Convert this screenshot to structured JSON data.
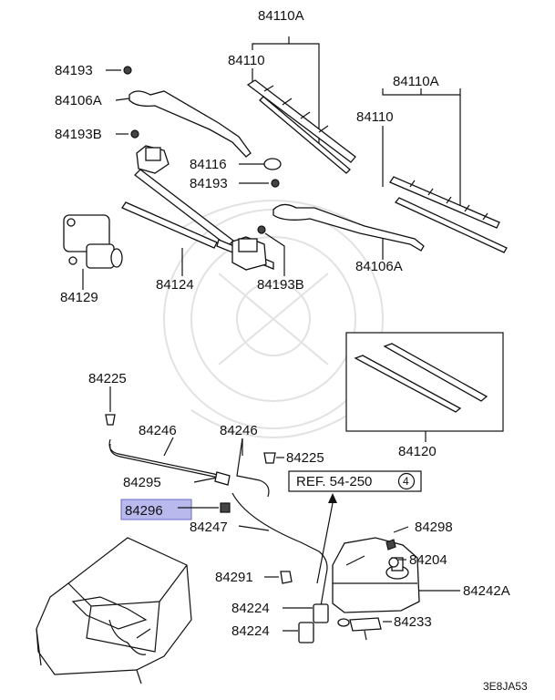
{
  "labels": {
    "p84110A_top": "84110A",
    "p84110_top": "84110",
    "p84193_top": "84193",
    "p84106A_left": "84106A",
    "p84193B_left": "84193B",
    "p84116": "84116",
    "p84193_mid": "84193",
    "p84110A_right": "84110A",
    "p84110_right": "84110",
    "p84106A_right": "84106A",
    "p84129": "84129",
    "p84124": "84124",
    "p84193B_bottom": "84193B",
    "p84225_left": "84225",
    "p84246_left": "84246",
    "p84246_right": "84246",
    "p84225_right": "84225",
    "p84295": "84295",
    "p84296": "84296",
    "p84247": "84247",
    "p84120": "84120",
    "ref": "REF. 54-250",
    "ref_circle": "4",
    "p84298": "84298",
    "p84204": "84204",
    "p84242A": "84242A",
    "p84291": "84291",
    "p84224_top": "84224",
    "p84224_bottom": "84224",
    "p84233": "84233",
    "diagram_code": "3E8JA53"
  },
  "highlight": {
    "part": "84296",
    "color": "#b9b9ee"
  }
}
